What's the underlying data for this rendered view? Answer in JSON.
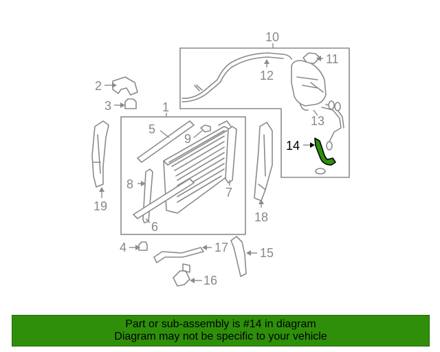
{
  "diagram": {
    "callouts": [
      {
        "id": "1",
        "label": "1"
      },
      {
        "id": "2",
        "label": "2"
      },
      {
        "id": "3",
        "label": "3"
      },
      {
        "id": "4",
        "label": "4"
      },
      {
        "id": "5",
        "label": "5"
      },
      {
        "id": "6",
        "label": "6"
      },
      {
        "id": "7",
        "label": "7"
      },
      {
        "id": "8",
        "label": "8"
      },
      {
        "id": "9",
        "label": "9"
      },
      {
        "id": "10",
        "label": "10"
      },
      {
        "id": "11",
        "label": "11"
      },
      {
        "id": "12",
        "label": "12"
      },
      {
        "id": "13",
        "label": "13"
      },
      {
        "id": "14",
        "label": "14"
      },
      {
        "id": "15",
        "label": "15"
      },
      {
        "id": "16",
        "label": "16"
      },
      {
        "id": "17",
        "label": "17"
      },
      {
        "id": "18",
        "label": "18"
      },
      {
        "id": "19",
        "label": "19"
      }
    ],
    "highlighted_part": "14",
    "highlight_color": "#2f8f0b",
    "line_color": "#8a8a8a"
  },
  "footer": {
    "line1": "Part or sub-assembly is #14 in diagram",
    "line2": "Diagram may not be specific to your vehicle",
    "background": "#2f8f0b"
  }
}
